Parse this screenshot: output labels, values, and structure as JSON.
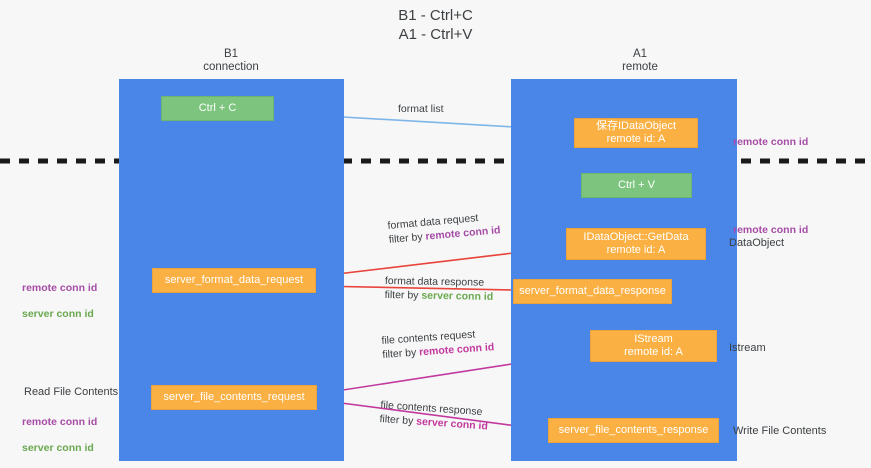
{
  "title": "B1 - Ctrl+C\nA1 - Ctrl+V",
  "lanes": [
    {
      "id": "b1",
      "header": "B1\nconnection",
      "color": "#4a86e8"
    },
    {
      "id": "a1",
      "header": "A1\nremote",
      "color": "#4a86e8"
    }
  ],
  "nodes": {
    "ctrl_c": "Ctrl + C",
    "ctrl_v": "Ctrl + V",
    "idataobject": "保存IDataObject\nremote id: A",
    "getdata": "IDataObject::GetData\nremote id: A",
    "istream": "IStream\nremote id: A",
    "server_format_data_request": "server_format_data_request",
    "server_format_data_response": "server_format_data_response",
    "server_file_contents_request": "server_file_contents_request",
    "server_file_contents_response": "server_file_contents_response"
  },
  "edges": {
    "format_list": "format list",
    "format_data_request": "format data request",
    "format_data_request_filter_prefix": "filter by ",
    "format_data_request_filter_key": "remote conn id",
    "format_data_response": "format data response",
    "format_data_response_filter_prefix": "filter by ",
    "format_data_response_filter_key": "server conn id",
    "file_contents_request": "file contents request",
    "file_contents_request_filter_prefix": "filter by ",
    "file_contents_request_filter_key": "remote conn id",
    "file_contents_response": "file contents response",
    "file_contents_response_filter_prefix": "filter by ",
    "file_contents_response_filter_key": "server conn id"
  },
  "annotations": {
    "right_remote_conn_id_top": "remote conn id",
    "right_remote_conn_id_mid": "remote conn id",
    "left_conn_remote": "remote conn id",
    "left_conn_server": "server conn id",
    "left_read_file_contents": "Read File Contents",
    "left_file_conn_remote": "remote conn id",
    "left_file_conn_server": "server conn id",
    "right_dataobject": "DataObject",
    "right_istream": "Istream",
    "right_write_file_contents": "Write File Contents"
  },
  "colors": {
    "lane": "#4a86e8",
    "green_node": "#7dc57f",
    "orange_node": "#fbb043",
    "arrow_format_list": "#7eb6e8",
    "arrow_format_data": "#e8453c",
    "arrow_file_contents": "#c2399e",
    "arrow_internal": "#1a1a1a",
    "divider": "#1a1a1a",
    "annot_purple": "#a64ca6",
    "annot_green": "#6aa84f"
  }
}
